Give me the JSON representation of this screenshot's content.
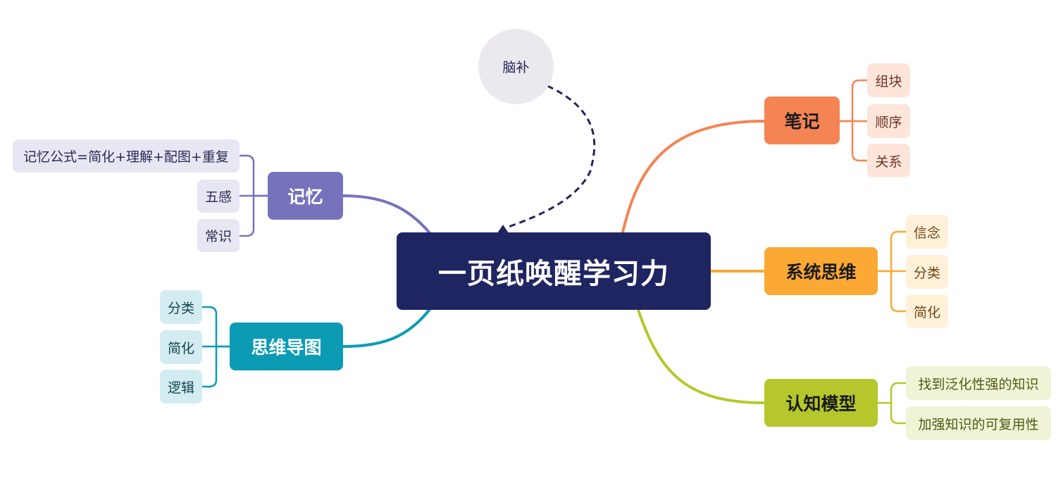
{
  "colors": {
    "center_bg": "#1f2560",
    "center_text": "#ffffff",
    "floating_bubble_bg": "#ebe9ee",
    "floating_link": "#25265e"
  },
  "mindmap": {
    "center": {
      "label": "一页纸唤醒学习力"
    },
    "floating_topic": {
      "label": "脑补",
      "link_style": "dashed"
    },
    "branches": [
      {
        "label": "笔记",
        "side": "right",
        "color": "#f58454",
        "text_color": "#1b1b1b",
        "sub_bg": "#fde5da",
        "sub_text": "#6b3524",
        "children": [
          "组块",
          "顺序",
          "关系"
        ]
      },
      {
        "label": "系统思维",
        "side": "right",
        "color": "#fba934",
        "text_color": "#1b1b1b",
        "sub_bg": "#fff0d8",
        "sub_text": "#6b4818",
        "children": [
          "信念",
          "分类",
          "简化"
        ]
      },
      {
        "label": "认知模型",
        "side": "right",
        "color": "#b6c72b",
        "text_color": "#1b1b1b",
        "sub_bg": "#f0f3d6",
        "sub_text": "#4f5a14",
        "children": [
          "找到泛化性强的知识",
          "加强知识的可复用性"
        ]
      },
      {
        "label": "记忆",
        "side": "left",
        "color": "#7673bc",
        "text_color": "#ffffff",
        "sub_bg": "#e7e6f3",
        "sub_text": "#2a2a55",
        "children": [
          "记忆公式=简化+理解+配图+重复",
          "五感",
          "常识"
        ]
      },
      {
        "label": "思维导图",
        "side": "left",
        "color": "#0c9bb5",
        "text_color": "#ffffff",
        "sub_bg": "#d2ecf2",
        "sub_text": "#144550",
        "children": [
          "分类",
          "简化",
          "逻辑"
        ]
      }
    ]
  }
}
